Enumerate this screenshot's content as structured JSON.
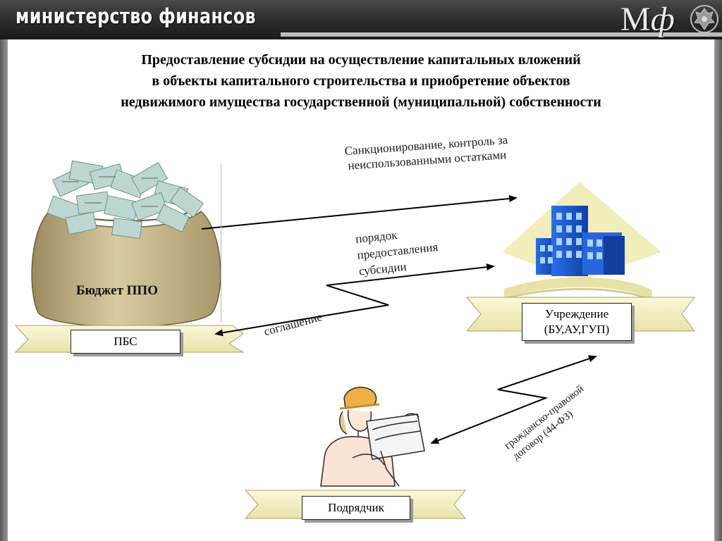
{
  "header": {
    "ministry": "министерство финансов",
    "logo_m": "М",
    "logo_f": "ф"
  },
  "title": {
    "line1": "Предоставление субсидии на осуществление капитальных вложений",
    "line2": "в объекты капитального строительства и приобретение объектов",
    "line3": "недвижимого имущества государственной (муниципальной) собственности"
  },
  "nodes": {
    "budget_label": "Бюджет ППО",
    "pbs": "ПБС",
    "institution_line1": "Учреждение",
    "institution_line2": "(БУ,АУ,ГУП)",
    "contractor": "Подрядчик"
  },
  "edges": {
    "sanction_line1": "Санкционирование, контроль за",
    "sanction_line2": "неиспользованными остатками",
    "order_line1": "порядок",
    "order_line2": "предоставления",
    "order_line3": "субсидии",
    "agreement": "соглашение",
    "contract_line1": "гражданско-правовой",
    "contract_line2": "договор (44-ФЗ)"
  },
  "colors": {
    "header_bg": "#2b2b2b",
    "ribbon": "#f3efbf",
    "sack": "#c9b98a",
    "building": "#1f5fd6",
    "money": "#b9d4d0"
  },
  "icons": [
    "money-sack-icon",
    "office-building-icon",
    "engineer-with-blueprints-icon",
    "ministry-emblem-icon"
  ]
}
